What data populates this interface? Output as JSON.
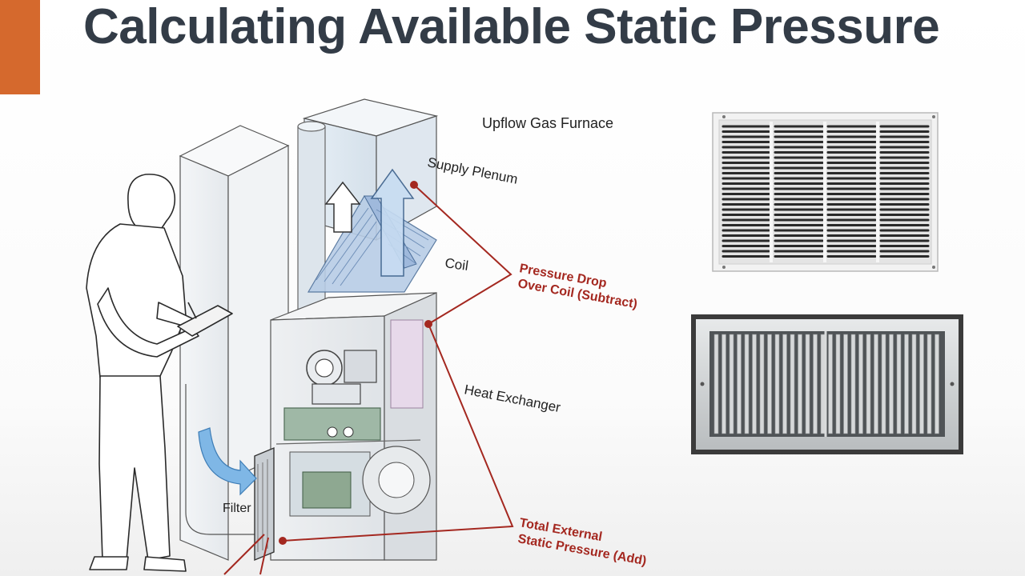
{
  "slide": {
    "title": "Calculating Available Static Pressure",
    "accent_color": "#d5692d",
    "title_color": "#333c47"
  },
  "diagram": {
    "labels": {
      "furnace_type": "Upflow Gas Furnace",
      "supply_plenum": "Supply Plenum",
      "coil": "Coil",
      "heat_exchanger": "Heat Exchanger",
      "filter": "Filter"
    },
    "callouts": {
      "pressure_drop_line1": "Pressure Drop",
      "pressure_drop_line2": "Over Coil (Subtract)",
      "total_external_line1": "Total External",
      "total_external_line2": "Static Pressure (Add)"
    },
    "callout_color": "#a42820"
  },
  "photos": {
    "grille_top": "stamped-return-grille",
    "grille_bottom": "double-deflection-register"
  }
}
